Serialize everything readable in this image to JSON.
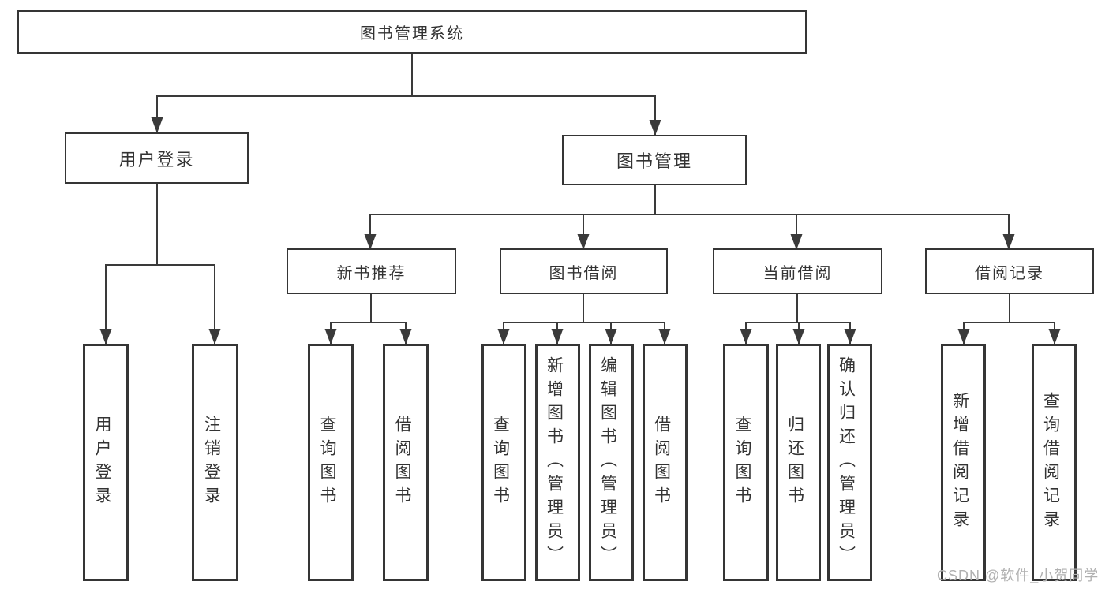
{
  "diagram": {
    "root": {
      "label": "图书管理系统"
    },
    "level2": [
      {
        "label": "用户登录"
      },
      {
        "label": "图书管理"
      }
    ],
    "level3": [
      {
        "label": "新书推荐",
        "parent": "图书管理"
      },
      {
        "label": "图书借阅",
        "parent": "图书管理"
      },
      {
        "label": "当前借阅",
        "parent": "图书管理"
      },
      {
        "label": "借阅记录",
        "parent": "图书管理"
      }
    ],
    "leaves": [
      {
        "label": "用户登录",
        "parent": "用户登录"
      },
      {
        "label": "注销登录",
        "parent": "用户登录"
      },
      {
        "label": "查询图书",
        "parent": "新书推荐"
      },
      {
        "label": "借阅图书",
        "parent": "新书推荐"
      },
      {
        "label": "查询图书",
        "parent": "图书借阅"
      },
      {
        "label": "新增图书（管理员）",
        "parent": "图书借阅"
      },
      {
        "label": "编辑图书（管理员）",
        "parent": "图书借阅"
      },
      {
        "label": "借阅图书",
        "parent": "图书借阅"
      },
      {
        "label": "查询图书",
        "parent": "当前借阅"
      },
      {
        "label": "归还图书",
        "parent": "当前借阅"
      },
      {
        "label": "确认归还（管理员）",
        "parent": "当前借阅"
      },
      {
        "label": "新增借阅记录",
        "parent": "借阅记录"
      },
      {
        "label": "查询借阅记录",
        "parent": "借阅记录"
      }
    ]
  },
  "watermark": {
    "text": "CSDN @软件_小贺同学"
  },
  "colors": {
    "line": "#3a3a3a",
    "box_border": "#353535",
    "text": "#333333",
    "watermark": "#b0b0b0",
    "background": "#ffffff"
  }
}
